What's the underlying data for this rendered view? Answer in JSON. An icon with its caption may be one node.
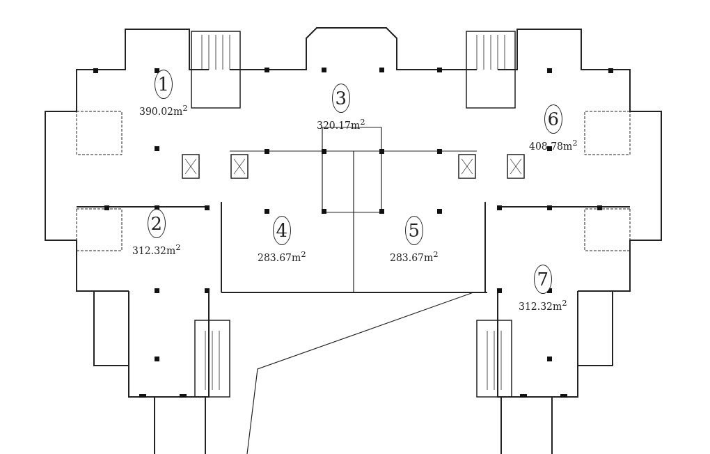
{
  "diagram": {
    "nodes": [
      {
        "text": [
          "1",
          "390.02m$^{2}$"
        ]
      },
      {
        "text": [
          "2",
          "312.32m$^{2}$"
        ]
      },
      {
        "text": [
          "3",
          "320.17m$^{2}$"
        ]
      },
      {
        "text": [
          "6",
          "408.78m$^{2}$"
        ]
      },
      {
        "text": [
          "4",
          "283.67m$^{2}$"
        ]
      },
      {
        "text": [
          "5",
          "283.67m$^{2}$"
        ]
      },
      {
        "text": [
          "7",
          "312.32m$^{2}$"
        ]
      }
    ]
  }
}
